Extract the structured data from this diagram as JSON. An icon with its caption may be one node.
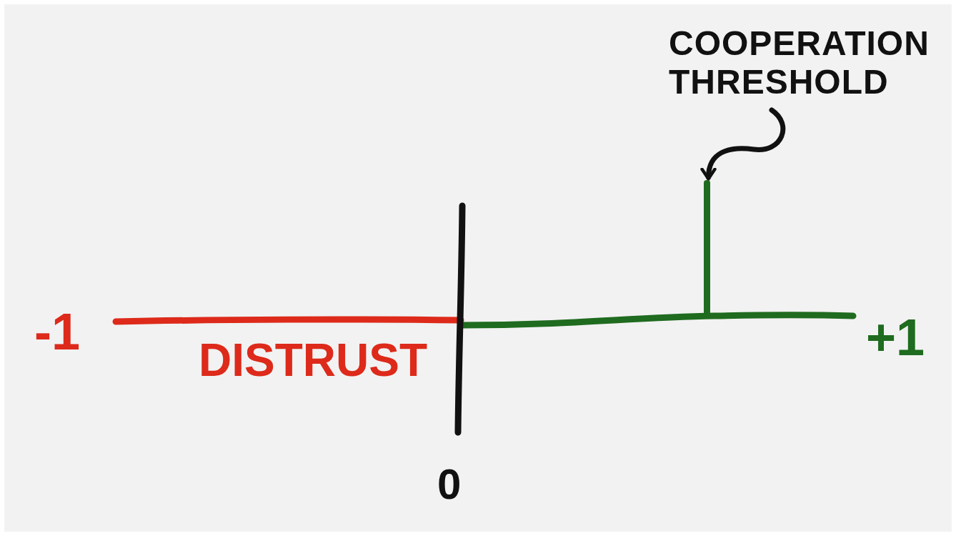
{
  "diagram": {
    "nodes": [
      {
        "text": [
          "COOPERATION THRESHOLD"
        ]
      },
      {
        "text": [],
        "shape": "bar"
      }
    ],
    "edges": [
      {
        "from": 0,
        "to": 1,
        "arrow": "to"
      }
    ],
    "labels": [
      "-1",
      "DISTRUST",
      "0",
      "+1"
    ]
  }
}
